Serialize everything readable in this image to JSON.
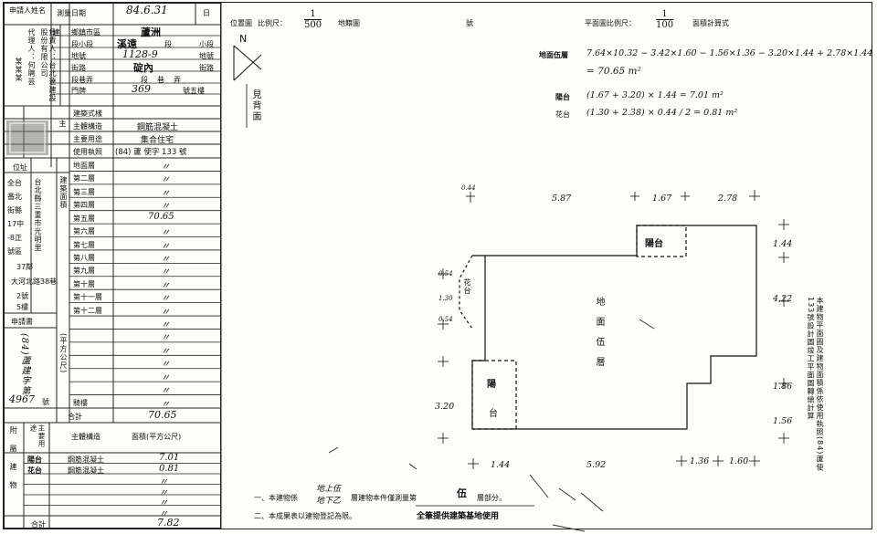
{
  "register": {
    "measure_date_label": "測量日期",
    "measure_date": "84.6.31",
    "measure_date_day": "日",
    "applicant_label": "申請人姓名",
    "applicant_lines": [
      "負責人：台北達建設股份有限公司",
      "代理人：何聘芸",
      "某某某"
    ],
    "base_rows": [
      {
        "label": "鄉鎮市區",
        "value": "蘆洲"
      },
      {
        "label": "段小段",
        "value": "溪遠",
        "unit1": "段",
        "unit2": "小段"
      },
      {
        "label": "地號",
        "value": "1128-9",
        "unit": "地號"
      },
      {
        "label": "街路",
        "value": "碇內",
        "unit": "街路"
      },
      {
        "label": "段巷弄",
        "value": "段巷弄"
      },
      {
        "label": "門牌",
        "value": "369",
        "unit": "號五樓"
      }
    ],
    "section_building": "建",
    "section_main": "主",
    "rows2": [
      {
        "label": "建築式樣",
        "value": ""
      },
      {
        "label": "主體構造",
        "value": "鋼筋混凝土"
      },
      {
        "label": "主要用途",
        "value": "集合住宅"
      },
      {
        "label": "使用執照",
        "value": "(84) 蘆 使字 133 號"
      }
    ],
    "location_label": "位址",
    "location_text": [
      "台北縣三重市光明里",
      "37鄰",
      "大河北路38巷",
      "2號",
      "5樓"
    ],
    "location_left": [
      "全台",
      "番北",
      "街縣",
      "17中",
      "-8正",
      "號區"
    ],
    "floor_side_label": "建築面積",
    "floors": [
      {
        "label": "地面層",
        "value": "〃"
      },
      {
        "label": "第二層",
        "value": "〃"
      },
      {
        "label": "第三層",
        "value": "〃"
      },
      {
        "label": "第四層",
        "value": "〃"
      },
      {
        "label": "第五層",
        "value": "70.65"
      },
      {
        "label": "第六層",
        "value": "〃"
      },
      {
        "label": "第七層",
        "value": "〃"
      },
      {
        "label": "第八層",
        "value": "〃"
      },
      {
        "label": "第九層",
        "value": "〃"
      },
      {
        "label": "第十層",
        "value": "〃"
      },
      {
        "label": "第十一層",
        "value": "〃"
      },
      {
        "label": "第十二層",
        "value": "〃"
      },
      {
        "label": "",
        "value": "〃"
      },
      {
        "label": "",
        "value": "〃"
      },
      {
        "label": "",
        "value": "〃"
      },
      {
        "label": "",
        "value": "〃"
      },
      {
        "label": "",
        "value": "〃"
      },
      {
        "label": "",
        "value": "〃"
      },
      {
        "label": "騎樓",
        "value": "〃"
      }
    ],
    "unit_vertical": "(平方公尺)",
    "applicant_date_label": "申請書",
    "applicant_doc": "(84)蘆建字第",
    "applicant_doc_no": "4967",
    "applicant_doc_suffix": "號",
    "total_label": "合計",
    "total_value": "70.65",
    "attached_label": "附屬建物",
    "attached_header": [
      "主要用途",
      "主體構造",
      "面積(平方公尺)"
    ],
    "attached_rows": [
      {
        "use": "陽台",
        "structure": "鋼筋混凝土",
        "area": "7.01"
      },
      {
        "use": "花台",
        "structure": "鋼筋混凝土",
        "area": "0.81"
      },
      {
        "use": "",
        "structure": "",
        "area": "〃"
      },
      {
        "use": "",
        "structure": "",
        "area": "〃"
      },
      {
        "use": "",
        "structure": "",
        "area": "〃"
      },
      {
        "use": "",
        "structure": "",
        "area": "〃"
      }
    ],
    "attached_total_label": "合計",
    "attached_total": "7.82"
  },
  "sheet": {
    "location_map_label": "位置圖",
    "scale_label": "比例尺：",
    "scale_num": "1",
    "scale_den": "500",
    "map_suffix": "地籍圖",
    "no_label": "號",
    "north": "N",
    "see_back": "見背面",
    "plan_scale_label": "平面圖比例尺：",
    "plan_scale_num": "1",
    "plan_scale_den": "100",
    "area_calc_label": "面積計算式",
    "calc_rows": [
      {
        "label": "地面伍層",
        "expr": "7.64×10.32 − 3.42×1.60 − 1.56×1.36 − 3.20×1.44 + 2.78×1.44"
      },
      {
        "label": "",
        "expr": "= 70.65 m²"
      },
      {
        "label": "陽台",
        "expr": "(1.67 + 3.20) × 1.44 = 7.01 m²"
      },
      {
        "label": "花台",
        "expr": "(1.30 + 2.38) × 0.44 / 2 = 0.81 m²"
      }
    ],
    "plan": {
      "main_label": "地面伍層",
      "balcony_top": "陽台",
      "balcony_left": [
        "陽",
        "台"
      ],
      "planter": "花台",
      "dims": [
        "0.44",
        "5.87",
        "1.67",
        "2.78",
        "1.44",
        "0.54",
        "1.30",
        "0.54",
        "4.22",
        "1.86",
        "1.56",
        "3.20",
        "1.44",
        "5.92",
        "1.36",
        "1.60"
      ]
    },
    "notes_vertical": "本建物平面圖及建物面積係依使用執照(84)蘆使133號設計圖竣工平面圖轉繪計算",
    "note1_prefix": "一、本建物係",
    "note1_stack": [
      "地上伍",
      "地下乙"
    ],
    "note1_suffix": "層建物本件僅測量第",
    "note1_floor": "伍",
    "note1_end": "層部分。",
    "note2": "二、本成果表以建物登記為限。",
    "note3": "全筆提供建築基地使用"
  }
}
